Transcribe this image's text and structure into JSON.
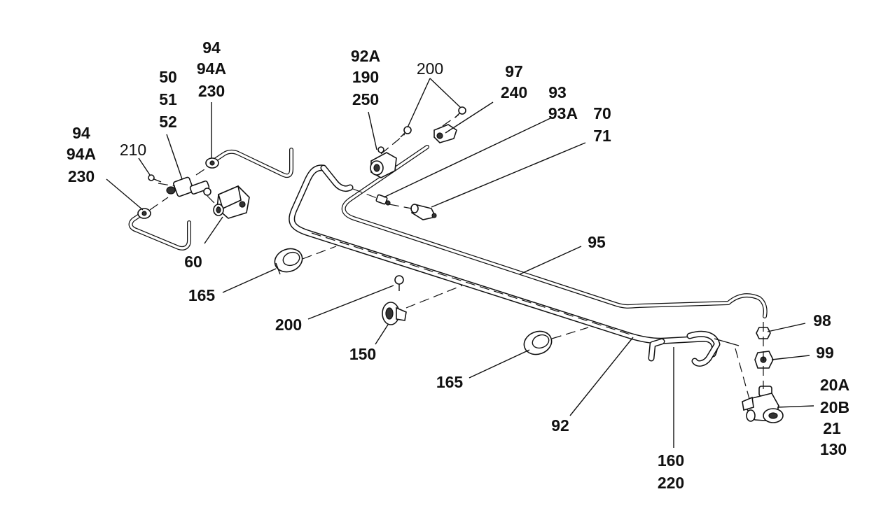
{
  "labels": {
    "l_94_top": "94",
    "l_94a_top": "94A",
    "l_230_top": "230",
    "l_50": "50",
    "l_51": "51",
    "l_52": "52",
    "l_94_left": "94",
    "l_94a_left": "94A",
    "l_230_left": "230",
    "l_210": "210",
    "l_60": "60",
    "l_92a": "92A",
    "l_190": "190",
    "l_250": "250",
    "l_200_top": "200",
    "l_97": "97",
    "l_240": "240",
    "l_93": "93",
    "l_93a": "93A",
    "l_70": "70",
    "l_71": "71",
    "l_95": "95",
    "l_165_left": "165",
    "l_200_mid": "200",
    "l_150": "150",
    "l_165_right": "165",
    "l_92": "92",
    "l_98": "98",
    "l_99": "99",
    "l_20a": "20A",
    "l_20b": "20B",
    "l_21": "21",
    "l_130": "130",
    "l_160": "160",
    "l_220": "220"
  }
}
